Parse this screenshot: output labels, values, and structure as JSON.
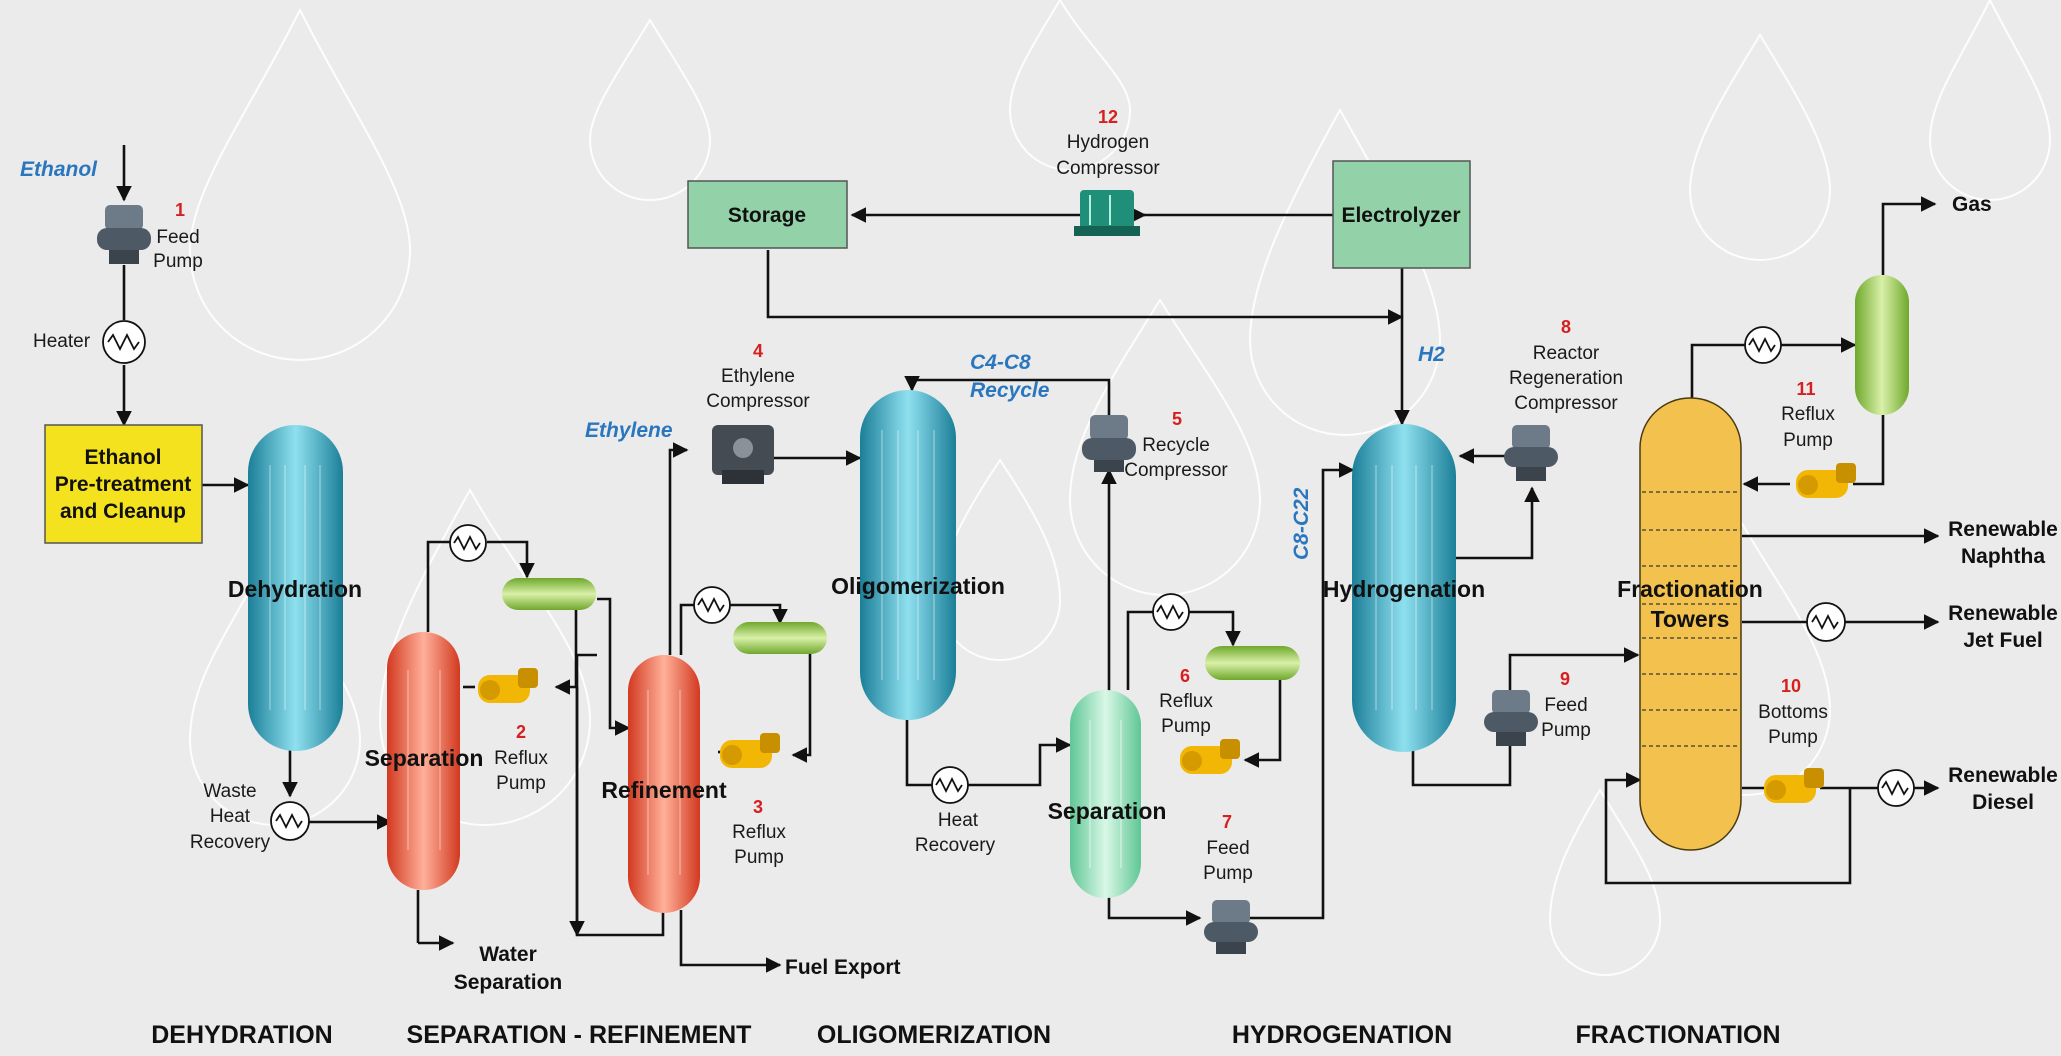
{
  "feeds": {
    "ethanol": "Ethanol",
    "ethylene": "Ethylene",
    "h2": "H2",
    "c4c8": "C4-C8",
    "recycle": "Recycle",
    "c8c22": "C8-C22"
  },
  "boxes": {
    "pretreat": [
      "Ethanol",
      "Pre-treatment",
      "and Cleanup"
    ],
    "storage": "Storage",
    "electrolyzer": "Electrolyzer"
  },
  "vessels": {
    "dehydration": "Dehydration",
    "separation1": "Separation",
    "refinement": "Refinement",
    "oligomerization": "Oligomerization",
    "separation2": "Separation",
    "hydrogenation": "Hydrogenation",
    "fractionation": [
      "Fractionation",
      "Towers"
    ]
  },
  "equipment": {
    "e1": {
      "num": "1",
      "label": [
        "Feed",
        "Pump"
      ]
    },
    "e2": {
      "num": "2",
      "label": [
        "Reflux",
        "Pump"
      ]
    },
    "e3": {
      "num": "3",
      "label": [
        "Reflux",
        "Pump"
      ]
    },
    "e4": {
      "num": "4",
      "label": [
        "Ethylene",
        "Compressor"
      ]
    },
    "e5": {
      "num": "5",
      "label": [
        "Recycle",
        "Compressor"
      ]
    },
    "e6": {
      "num": "6",
      "label": [
        "Reflux",
        "Pump"
      ]
    },
    "e7": {
      "num": "7",
      "label": [
        "Feed",
        "Pump"
      ]
    },
    "e8": {
      "num": "8",
      "label": [
        "Reactor",
        "Regeneration",
        "Compressor"
      ]
    },
    "e9": {
      "num": "9",
      "label": [
        "Feed",
        "Pump"
      ]
    },
    "e10": {
      "num": "10",
      "label": [
        "Bottoms",
        "Pump"
      ]
    },
    "e11": {
      "num": "11",
      "label": [
        "Reflux",
        "Pump"
      ]
    },
    "e12": {
      "num": "12",
      "label": [
        "Hydrogen",
        "Compressor"
      ]
    }
  },
  "heat": {
    "heater": "Heater",
    "waste": [
      "Waste",
      "Heat",
      "Recovery"
    ],
    "recovery": [
      "Heat",
      "Recovery"
    ]
  },
  "outputs": {
    "water": [
      "Water",
      "Separation"
    ],
    "fuel": "Fuel Export",
    "gas": "Gas",
    "naphtha": [
      "Renewable",
      "Naphtha"
    ],
    "jet": [
      "Renewable",
      "Jet Fuel"
    ],
    "diesel": [
      "Renewable",
      "Diesel"
    ]
  },
  "sections": [
    "DEHYDRATION",
    "SEPARATION - REFINEMENT",
    "OLIGOMERIZATION",
    "HYDROGENATION",
    "FRACTIONATION"
  ],
  "colors": {
    "teal": "#2ea3bd",
    "red": "#ec5538",
    "green": "#8ec63f",
    "mint": "#8fdcb3",
    "yellow": "#f4e21e",
    "tower": "#f2c14e",
    "box": "#93d2a8",
    "pump": "#f2b705",
    "label_blue": "#2a77bf",
    "number_red": "#d62020"
  }
}
